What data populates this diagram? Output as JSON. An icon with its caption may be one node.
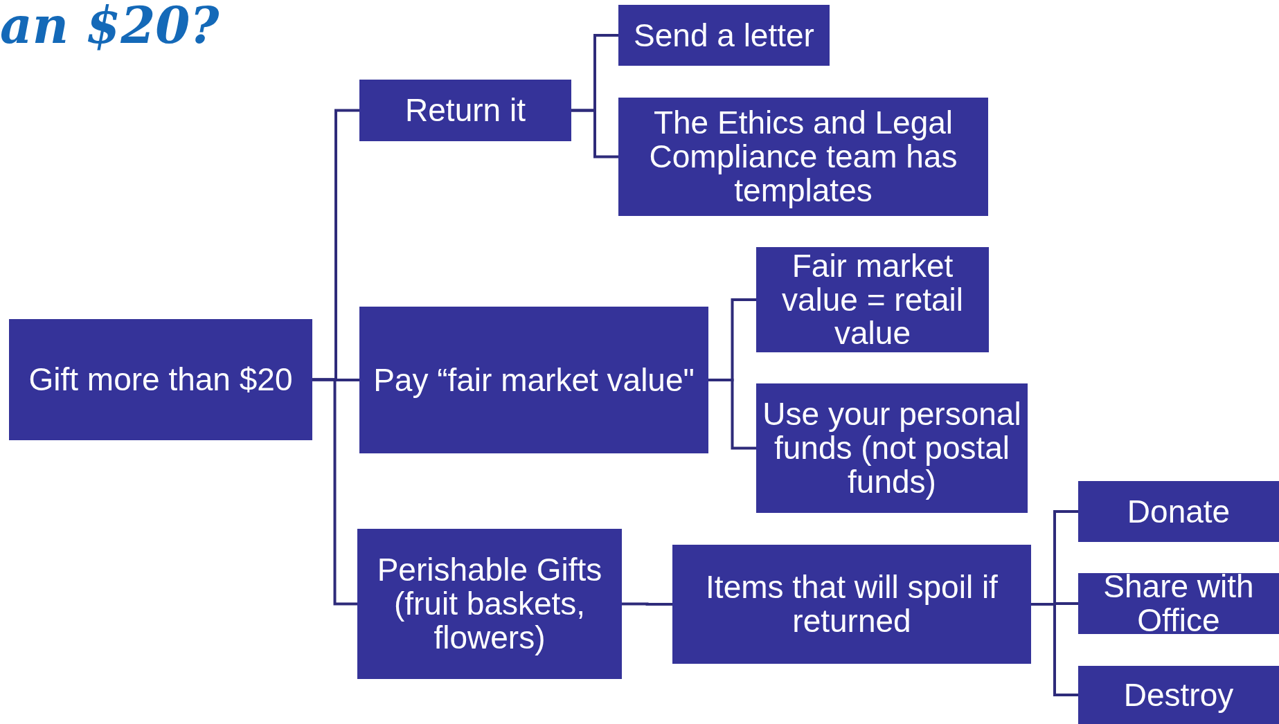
{
  "diagram": {
    "title": "an $20?",
    "nodes": [
      {
        "text": [
          "Gift more than $20"
        ]
      },
      {
        "text": [
          "Return it"
        ]
      },
      {
        "text": [
          "Send a letter"
        ]
      },
      {
        "text": [
          "The Ethics and Legal Compliance team has templates"
        ]
      },
      {
        "text": [
          "Pay “fair market value\""
        ]
      },
      {
        "text": [
          "Fair market value = retail value"
        ]
      },
      {
        "text": [
          "Use your personal funds (not postal funds)"
        ]
      },
      {
        "text": [
          "Perishable Gifts (fruit baskets, flowers)"
        ]
      },
      {
        "text": [
          "Items that will spoil if returned"
        ]
      },
      {
        "text": [
          "Donate"
        ]
      },
      {
        "text": [
          "Share with Office"
        ]
      },
      {
        "text": [
          "Destroy"
        ]
      }
    ],
    "edges": [
      {
        "from": 0,
        "to": 1,
        "arrow": "none"
      },
      {
        "from": 0,
        "to": 4,
        "arrow": "none"
      },
      {
        "from": 0,
        "to": 7,
        "arrow": "none"
      },
      {
        "from": 1,
        "to": 2,
        "arrow": "none"
      },
      {
        "from": 1,
        "to": 3,
        "arrow": "none"
      },
      {
        "from": 4,
        "to": 5,
        "arrow": "none"
      },
      {
        "from": 4,
        "to": 6,
        "arrow": "none"
      },
      {
        "from": 7,
        "to": 8,
        "arrow": "none"
      },
      {
        "from": 8,
        "to": 9,
        "arrow": "none"
      },
      {
        "from": 8,
        "to": 10,
        "arrow": "none"
      },
      {
        "from": 8,
        "to": 11,
        "arrow": "none"
      }
    ]
  }
}
